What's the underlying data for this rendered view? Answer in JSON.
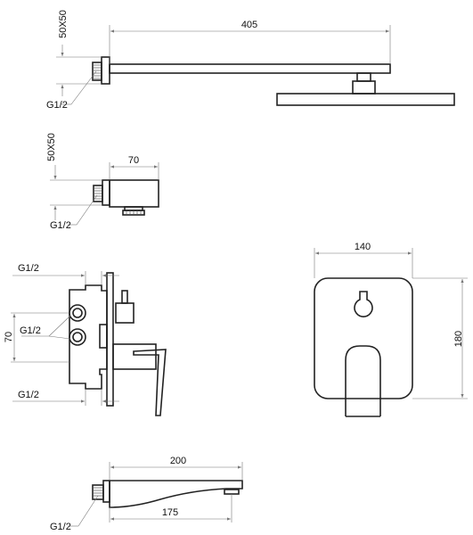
{
  "shower_arm": {
    "length_label": "405",
    "flange_label": "50X50",
    "thread_label": "G1/2"
  },
  "wall_outlet": {
    "width_label": "70",
    "flange_label": "50X50",
    "thread_label": "G1/2"
  },
  "mixer_body": {
    "top_thread_label": "G1/2",
    "mid_thread_label": "G1/2",
    "bottom_thread_label": "G1/2",
    "spacing_label": "70"
  },
  "cover_plate": {
    "width_label": "140",
    "height_label": "180"
  },
  "spout": {
    "overall_label": "200",
    "projection_label": "175",
    "thread_label": "G1/2"
  }
}
